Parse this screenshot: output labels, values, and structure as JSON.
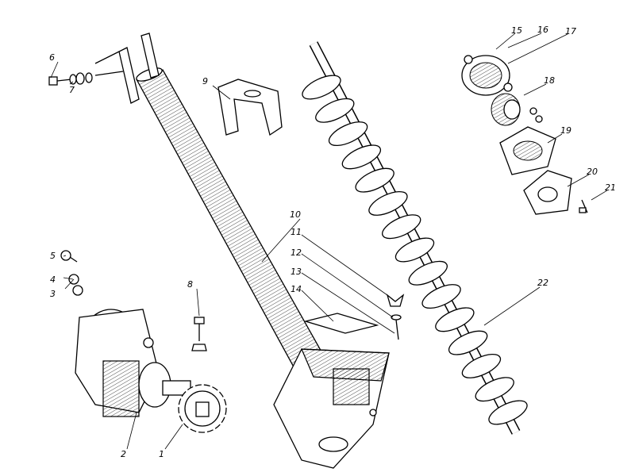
{
  "diagram": {
    "type": "exploded-view technical drawing",
    "callouts": [
      "1",
      "2",
      "3",
      "4",
      "5",
      "6",
      "7",
      "8",
      "9",
      "10",
      "11",
      "12",
      "13",
      "14",
      "15",
      "16",
      "17",
      "18",
      "19",
      "20",
      "21",
      "22"
    ]
  }
}
